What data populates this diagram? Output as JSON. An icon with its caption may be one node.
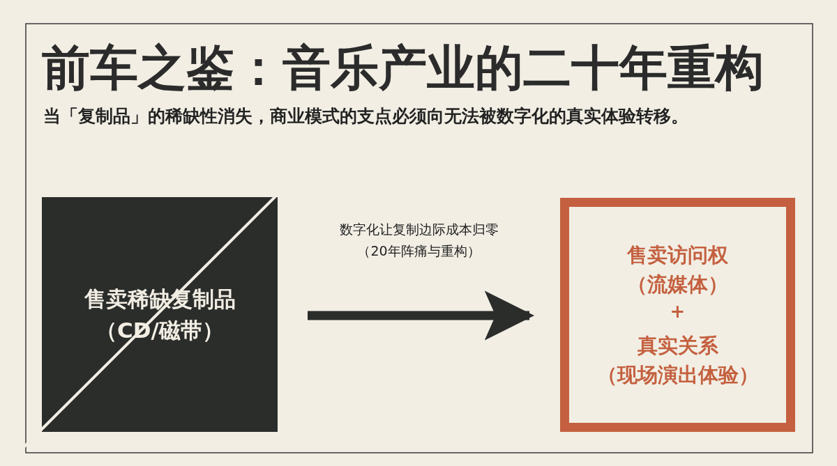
{
  "diagram": {
    "title": "前车之鉴：音乐产业的二十年重构",
    "caption": "当「复制品」的稀缺性消失，商业模式的支点必须向无法被数字化的真实体验转移。",
    "nodes": [
      {
        "text": [
          "售卖稀缺复制品",
          "（CD/磁带）"
        ]
      },
      {
        "text": [
          "售卖访问权",
          "（流媒体）",
          "+",
          "真实关系",
          "（现场演出体验）"
        ]
      }
    ],
    "edges": [
      {
        "from": 0,
        "to": 1,
        "arrow": "to",
        "label": "数字化让复制边际成本归零（20年阵痛与重构）"
      }
    ]
  }
}
